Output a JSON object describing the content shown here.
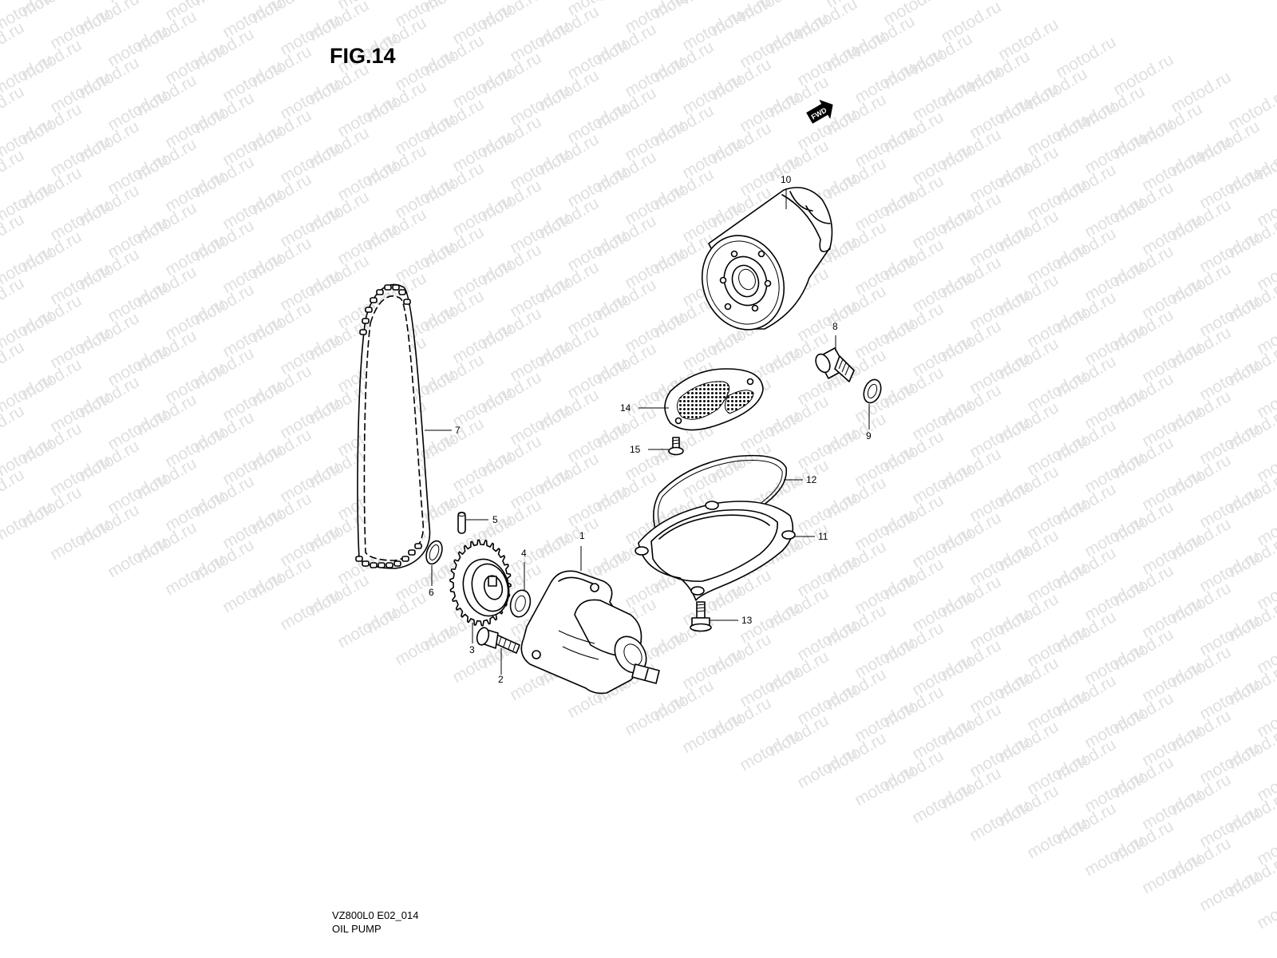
{
  "figure": {
    "title": "FIG.14",
    "code": "VZ800L0 E02_014",
    "name": "OIL PUMP",
    "watermark": "motod.ru",
    "direction_label": "FWD"
  },
  "parts": [
    {
      "num": "1",
      "component": "oil-pump-body"
    },
    {
      "num": "2",
      "component": "flange-bolt"
    },
    {
      "num": "3",
      "component": "driven-sprocket"
    },
    {
      "num": "4",
      "component": "washer"
    },
    {
      "num": "5",
      "component": "dowel-pin"
    },
    {
      "num": "6",
      "component": "snap-ring"
    },
    {
      "num": "7",
      "component": "drive-chain"
    },
    {
      "num": "8",
      "component": "union-bolt"
    },
    {
      "num": "9",
      "component": "gasket"
    },
    {
      "num": "10",
      "component": "oil-filter"
    },
    {
      "num": "11",
      "component": "oil-strainer-cover"
    },
    {
      "num": "12",
      "component": "o-ring"
    },
    {
      "num": "13",
      "component": "cover-bolt"
    },
    {
      "num": "14",
      "component": "oil-strainer"
    },
    {
      "num": "15",
      "component": "strainer-screw"
    }
  ]
}
